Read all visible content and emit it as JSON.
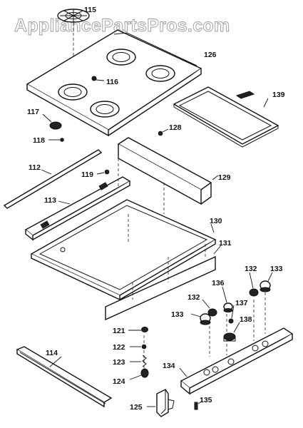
{
  "watermark": "AppliancePartsPros.com",
  "parts": {
    "p112": "112",
    "p113": "113",
    "p114": "114",
    "p115": "115",
    "p116": "116",
    "p117": "117",
    "p118": "118",
    "p119": "119",
    "p121": "121",
    "p122": "122",
    "p123": "123",
    "p124": "124",
    "p125": "125",
    "p126": "126",
    "p128": "128",
    "p129": "129",
    "p130": "130",
    "p131": "131",
    "p132a": "132",
    "p132b": "132",
    "p133a": "133",
    "p133b": "133",
    "p134": "134",
    "p135": "135",
    "p136": "136",
    "p137": "137",
    "p138": "138",
    "p139": "139"
  }
}
